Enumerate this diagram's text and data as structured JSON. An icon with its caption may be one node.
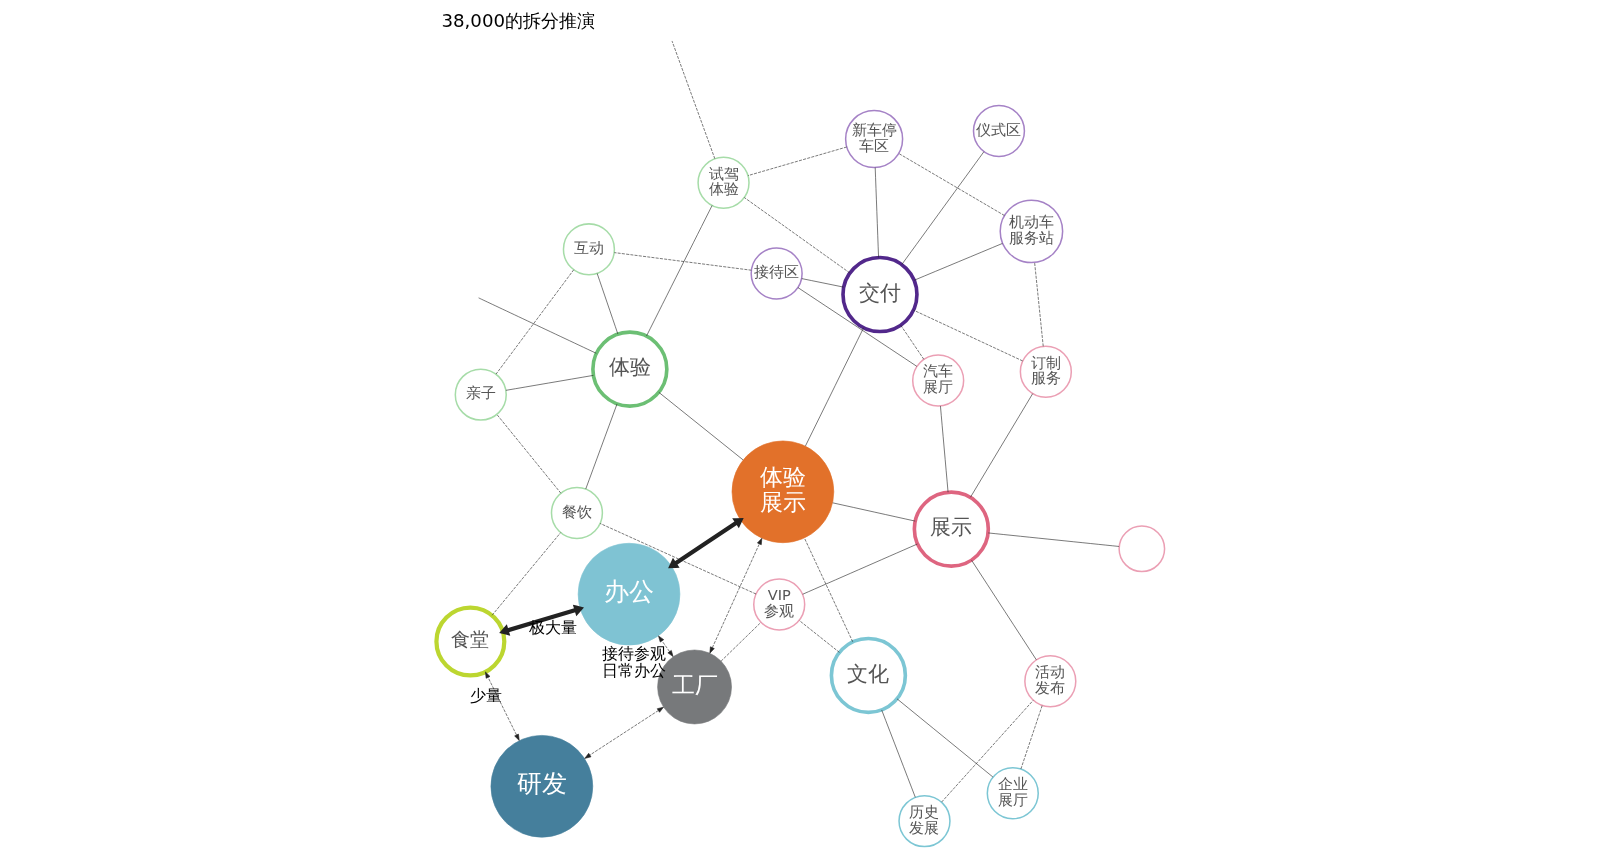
{
  "diagram": {
    "title": "38,000的拆分推演",
    "nodes": [
      {
        "text": [
          "工厂"
        ]
      },
      {
        "text": [
          "研发"
        ]
      },
      {
        "text": [
          "办公"
        ]
      },
      {
        "text": [
          "体验展示"
        ]
      },
      {
        "text": [
          "食堂"
        ]
      },
      {
        "text": [
          "文化"
        ]
      },
      {
        "text": [
          "企业展厅"
        ]
      },
      {
        "text": [
          "历史发展"
        ]
      },
      {
        "text": [
          "活动发布"
        ]
      },
      {
        "text": [],
        "shape": "circle"
      },
      {
        "text": [
          "展示"
        ]
      },
      {
        "text": [
          "订制服务"
        ]
      },
      {
        "text": [
          "VIP参观"
        ]
      },
      {
        "text": [
          "汽车展厅"
        ]
      },
      {
        "text": [
          "交付"
        ]
      },
      {
        "text": [
          "机动车服务站"
        ]
      },
      {
        "text": [
          "仪式区"
        ]
      },
      {
        "text": [
          "接待区"
        ]
      },
      {
        "text": [
          "新车停车区"
        ]
      },
      {
        "text": [
          "体验"
        ]
      },
      {
        "text": [
          "互动"
        ]
      },
      {
        "text": [
          "餐饮"
        ]
      },
      {
        "text": [
          "亲子"
        ]
      },
      {
        "text": [
          "试驾体验"
        ]
      }
    ],
    "edges": [
      {
        "from": 0,
        "to": 1,
        "arrow": "both",
        "style": "dashed"
      },
      {
        "from": 0,
        "to": 2,
        "arrow": "both",
        "style": "dashed",
        "label": "接待参观日常办公"
      },
      {
        "from": 0,
        "to": 3,
        "arrow": "both",
        "style": "dashed"
      },
      {
        "from": 0,
        "to": 12,
        "arrow": "none",
        "style": "dashed"
      },
      {
        "from": 2,
        "to": 3,
        "arrow": "both",
        "style": "thick"
      },
      {
        "from": 1,
        "to": 4,
        "arrow": "both",
        "style": "dashed",
        "label": "少量"
      },
      {
        "from": 4,
        "to": 2,
        "arrow": "both",
        "style": "thick",
        "label": "极大量"
      },
      {
        "from": 4,
        "to": 21,
        "arrow": "none",
        "style": "dashed"
      },
      {
        "from": 5,
        "to": 6,
        "arrow": "none"
      },
      {
        "from": 5,
        "to": 7,
        "arrow": "none"
      },
      {
        "from": 6,
        "to": 8,
        "arrow": "none",
        "style": "dashed"
      },
      {
        "from": 7,
        "to": 8,
        "arrow": "none",
        "style": "dashed"
      },
      {
        "from": 8,
        "to": 10,
        "arrow": "none"
      },
      {
        "from": 10,
        "to": 9,
        "arrow": "none"
      },
      {
        "from": 5,
        "to": 3,
        "arrow": "none",
        "style": "dashed"
      },
      {
        "from": 5,
        "to": 12,
        "arrow": "none",
        "style": "dashed"
      },
      {
        "from": 10,
        "to": 3,
        "arrow": "none"
      },
      {
        "from": 10,
        "to": 12,
        "arrow": "none"
      },
      {
        "from": 12,
        "to": 21,
        "arrow": "none",
        "style": "dashed"
      },
      {
        "from": 10,
        "to": 11,
        "arrow": "none"
      },
      {
        "from": 10,
        "to": 13,
        "arrow": "none"
      },
      {
        "from": 11,
        "to": 14,
        "arrow": "none",
        "style": "dashed"
      },
      {
        "from": 11,
        "to": 15,
        "arrow": "none",
        "style": "dashed"
      },
      {
        "from": 13,
        "to": 14,
        "arrow": "none",
        "style": "dashed"
      },
      {
        "from": 13,
        "to": 17,
        "arrow": "none"
      },
      {
        "from": 3,
        "to": 14,
        "arrow": "none"
      },
      {
        "from": 3,
        "to": 19,
        "arrow": "none"
      },
      {
        "from": 14,
        "to": 15,
        "arrow": "none"
      },
      {
        "from": 14,
        "to": 16,
        "arrow": "none"
      },
      {
        "from": 14,
        "to": 17,
        "arrow": "none"
      },
      {
        "from": 14,
        "to": 18,
        "arrow": "none"
      },
      {
        "from": 14,
        "to": 23,
        "arrow": "none",
        "style": "dashed"
      },
      {
        "from": 15,
        "to": 18,
        "arrow": "none",
        "style": "dashed"
      },
      {
        "from": 18,
        "to": 23,
        "arrow": "none",
        "style": "dashed"
      },
      {
        "from": 17,
        "to": 20,
        "arrow": "none",
        "style": "dashed"
      },
      {
        "from": 19,
        "to": 20,
        "arrow": "none"
      },
      {
        "from": 19,
        "to": 21,
        "arrow": "none"
      },
      {
        "from": 19,
        "to": 22,
        "arrow": "none"
      },
      {
        "from": 19,
        "to": 23,
        "arrow": "none"
      },
      {
        "from": 19,
        "to": null,
        "arrow": "none"
      },
      {
        "from": 20,
        "to": 22,
        "arrow": "none",
        "style": "dashed"
      },
      {
        "from": 21,
        "to": 22,
        "arrow": "none",
        "style": "dashed"
      },
      {
        "from": 23,
        "to": null,
        "arrow": "none",
        "style": "dashed"
      }
    ]
  }
}
